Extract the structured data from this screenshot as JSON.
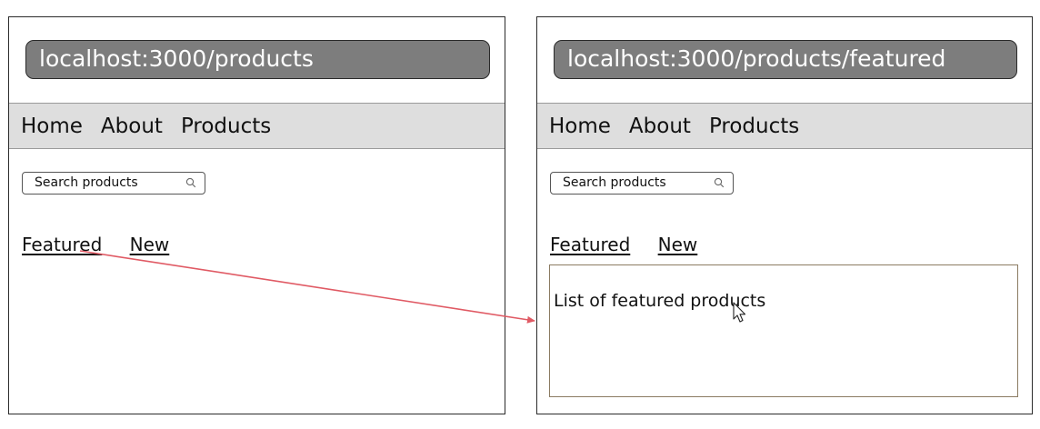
{
  "colors": {
    "url_bar_fill": "#7d7d7d",
    "nav_bar_fill": "#dedede",
    "arrow": "#e05a64",
    "outlet_border": "#8b7b62"
  },
  "left_browser": {
    "url": "localhost:3000/products",
    "nav": [
      "Home",
      "About",
      "Products"
    ],
    "search": {
      "placeholder": "Search products",
      "icon": "search-icon"
    },
    "links": [
      "Featured",
      "New"
    ]
  },
  "right_browser": {
    "url": "localhost:3000/products/featured",
    "nav": [
      "Home",
      "About",
      "Products"
    ],
    "search": {
      "placeholder": "Search products",
      "icon": "search-icon"
    },
    "links": [
      "Featured",
      "New"
    ],
    "outlet_text": "List of featured products",
    "cursor_icon": "mouse-pointer-icon"
  },
  "connector": {
    "from": "Featured",
    "to": "List of featured products",
    "icon": "arrow-icon"
  }
}
